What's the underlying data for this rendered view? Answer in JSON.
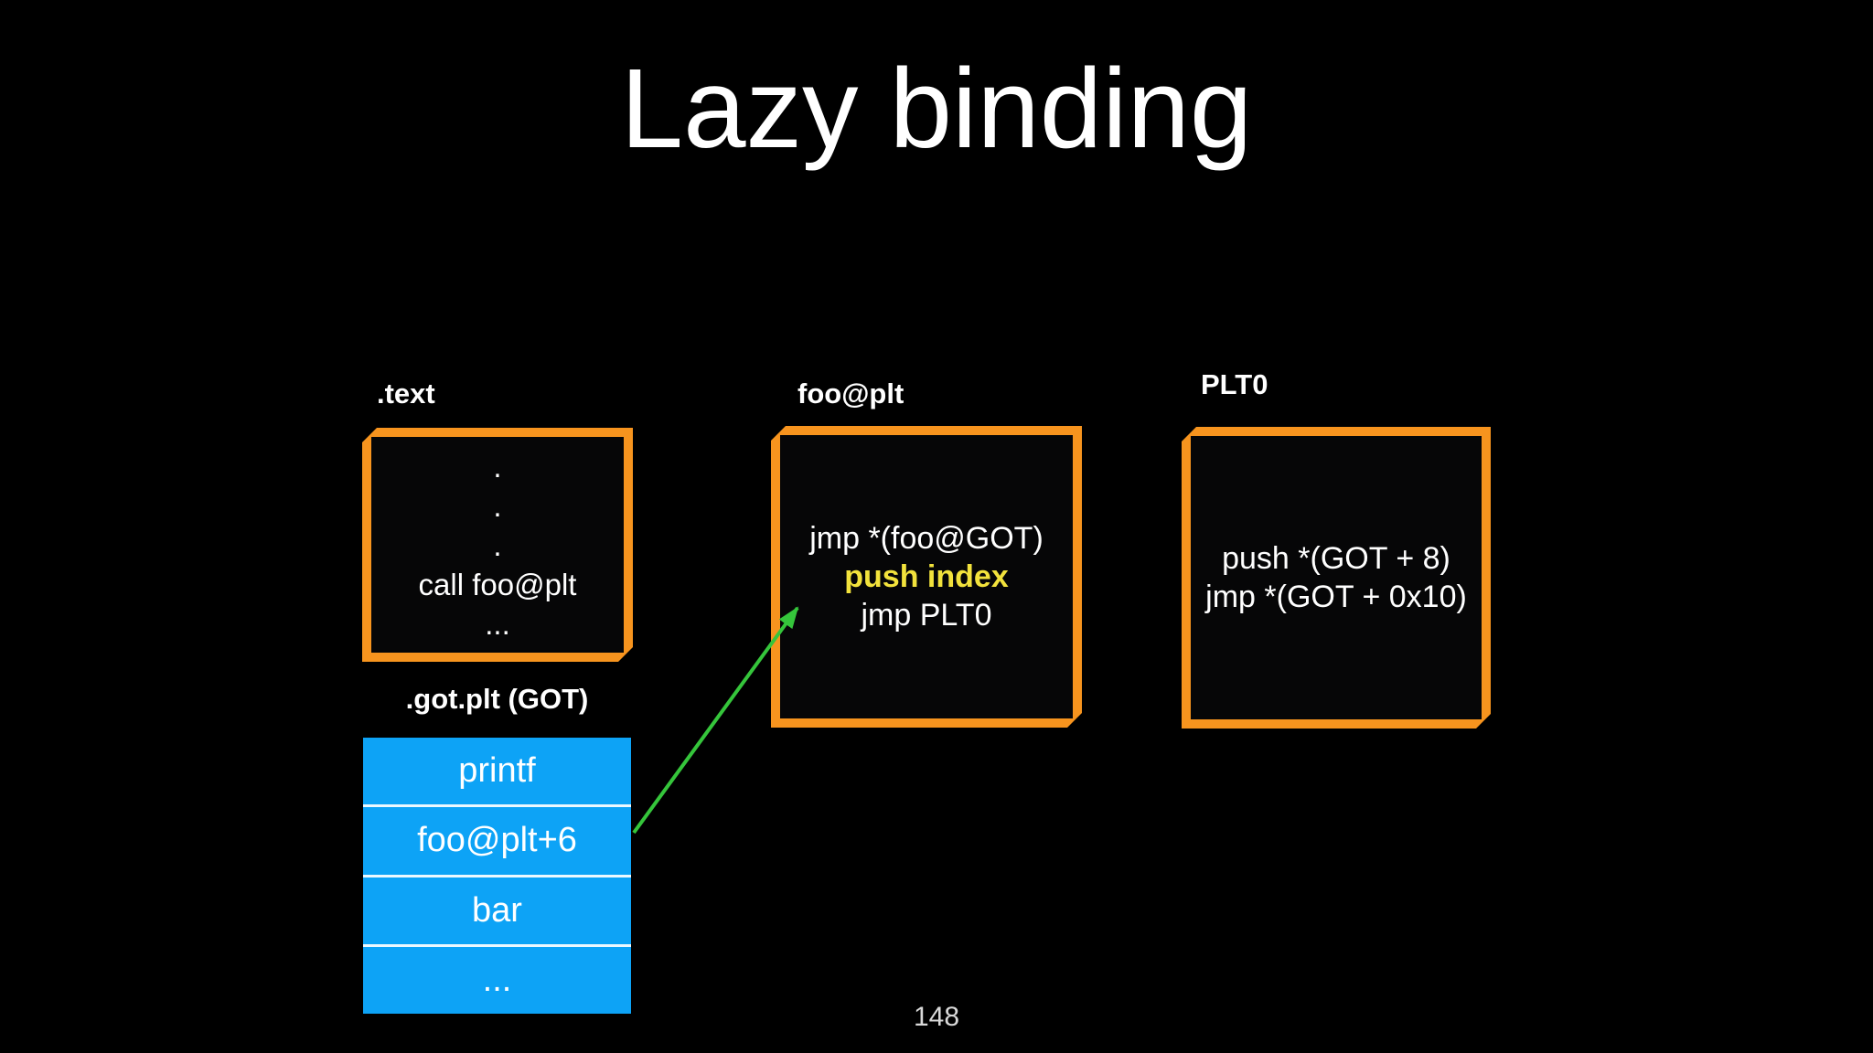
{
  "slide": {
    "title": "Lazy binding",
    "page_number": "148",
    "background_color": "#000000"
  },
  "colors": {
    "box_border_orange": "#F7941E",
    "got_fill_blue": "#0DA3F6",
    "arrow_green": "#35C53B",
    "highlight_yellow": "#F2E23C",
    "text_white": "#FFFFFF"
  },
  "text_section": {
    "label": ".text",
    "lines": [
      ".",
      ".",
      ".",
      "call foo@plt",
      "..."
    ]
  },
  "foo_plt_entry": {
    "label": "foo@plt",
    "lines": [
      {
        "text": "jmp *(foo@GOT)",
        "highlight": false
      },
      {
        "text": "push index",
        "highlight": true
      },
      {
        "text": "jmp PLT0",
        "highlight": false
      }
    ]
  },
  "plt0_entry": {
    "label": "PLT0",
    "lines": [
      {
        "text": "push *(GOT + 8)"
      },
      {
        "text": "jmp *(GOT + 0x10)"
      }
    ]
  },
  "got_table": {
    "label": ".got.plt (GOT)",
    "rows": [
      "printf",
      "foo@plt+6",
      "bar",
      "..."
    ]
  },
  "arrow": {
    "from": "foo@plt+6",
    "to": "push index",
    "color": "#35C53B"
  }
}
